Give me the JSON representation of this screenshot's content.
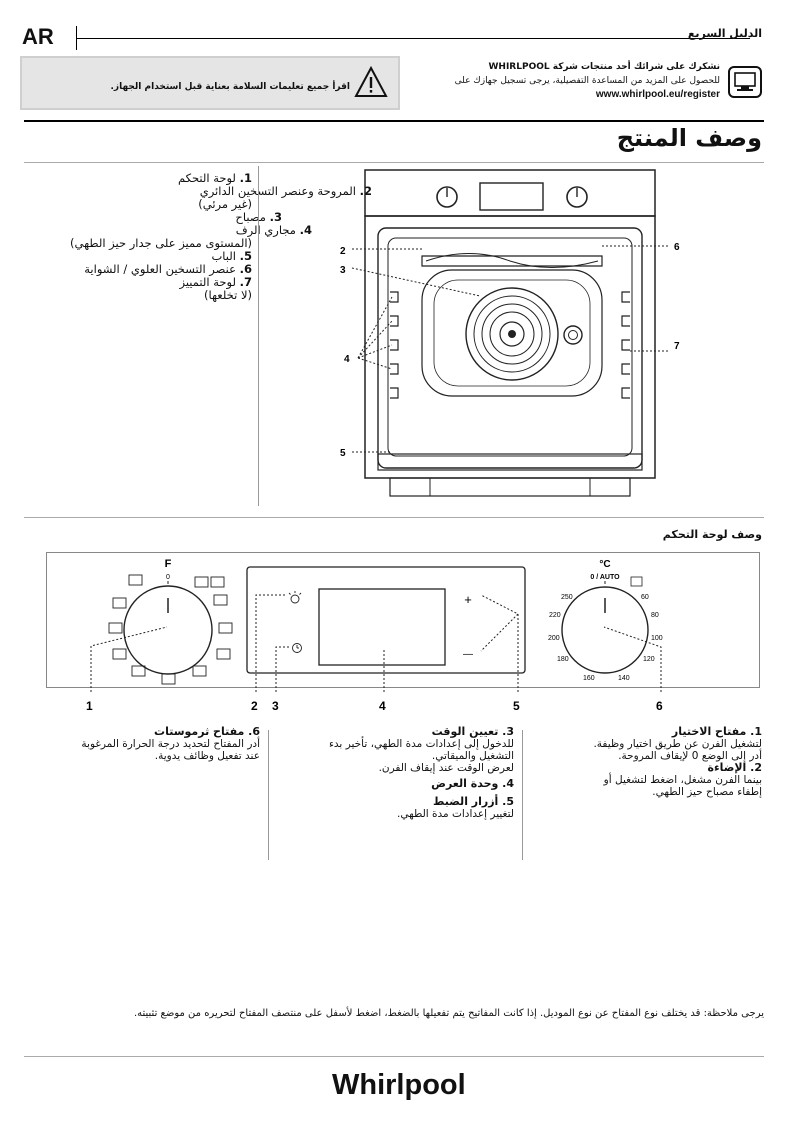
{
  "header": {
    "lang_code": "AR",
    "guide_title": "الدليل السريع"
  },
  "warning": {
    "text": "اقرأ جميع تعليمات السلامة بعناية قبل استخدام الجهاز."
  },
  "thanks": {
    "line1": "نشكرك على شرائك أحد منتجات شركة WHIRLPOOL",
    "line2": "للحصول على المزيد من المساعدة التفصيلية، يرجى تسجيل جهازك على",
    "url": "www.whirlpool.eu/register"
  },
  "product": {
    "title": "وصف المنتج",
    "parts": [
      {
        "num": "1.",
        "label": "لوحة التحكم"
      },
      {
        "num": "2.",
        "label": "المروحة وعنصر التسخين الدائري"
      },
      {
        "num": "",
        "label": "(غير مرئي)"
      },
      {
        "num": "3.",
        "label": "مصباح"
      },
      {
        "num": "4.",
        "label": "مجاري الرف"
      },
      {
        "num": "",
        "label": "(المستوى مميز على جدار حيز الطهي)"
      },
      {
        "num": "5.",
        "label": "الباب"
      },
      {
        "num": "6.",
        "label": "عنصر التسخين العلوي / الشواية"
      },
      {
        "num": "7.",
        "label": "لوحة التمييز"
      },
      {
        "num": "",
        "label": "(لا تخلعها)"
      }
    ],
    "callouts": [
      "2",
      "3",
      "4",
      "5",
      "6",
      "7"
    ]
  },
  "panel": {
    "title": "وصف لوحة التحكم",
    "selector_knob": {
      "top_label": "F",
      "zero": "0"
    },
    "thermostat_knob": {
      "unit": "°C",
      "top_label": "0 / AUTO",
      "scale": [
        "60",
        "80",
        "100",
        "120",
        "140",
        "160",
        "180",
        "200",
        "220",
        "250"
      ]
    },
    "plus": "+",
    "minus": "—",
    "callouts": [
      "1",
      "2",
      "3",
      "4",
      "5",
      "6"
    ]
  },
  "columns": {
    "col1": {
      "h1": "1. مفتاح الاختيار",
      "p1": [
        "لتشغيل الفرن عن طريق اختيار وظيفة.",
        "أدر إلى الوضع 0 لإيقاف المروحة."
      ],
      "h2": "2. الإضاءة",
      "p2": [
        "بينما الفرن مشغل، اضغط لتشغيل أو",
        "إطفاء مصباح حيز الطهي."
      ]
    },
    "col2": {
      "h1": "3. تعيين الوقت",
      "p1": [
        "للدخول إلى إعدادات مدة الطهي، تأخير بدء",
        "التشغيل والميقاتي.",
        "لعرض الوقت عند إيقاف الفرن."
      ],
      "h2": "4. وحدة العرض",
      "h3": "5. أزرار الضبط",
      "p3": [
        "لتغيير إعدادات مدة الطهي."
      ]
    },
    "col3": {
      "h1": "6. مفتاح ثرموستات",
      "p1": [
        "أدر المفتاح لتحديد درجة الحرارة المرغوبة",
        "عند تفعيل وظائف يدوية."
      ]
    }
  },
  "note": "يرجى ملاحظة: قد يختلف نوع المفتاح عن نوع الموديل. إذا كانت المفاتيح يتم تفعيلها بالضغط، اضغط لأسفل على منتصف المفتاح لتحريره من موضع تثبيته.",
  "brand": "Whirlpool"
}
